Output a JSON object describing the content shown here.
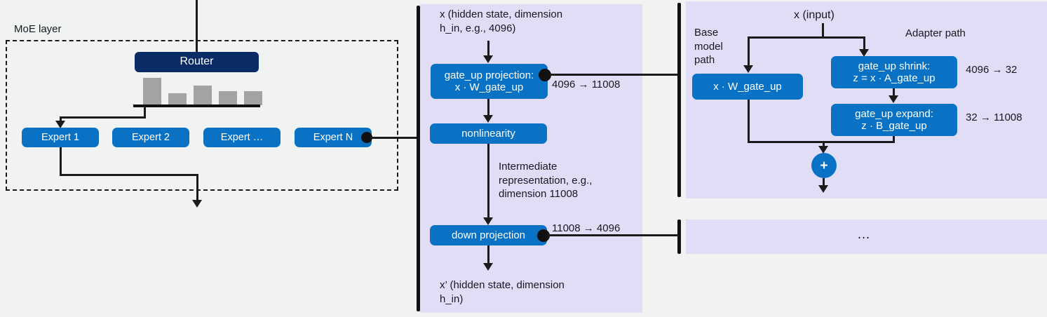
{
  "diagram": {
    "title": "MoE layer with per-expert FFN and LoRA adapter decomposition",
    "colors": {
      "canvas": "#f1f3f3",
      "panel": "#e2ddf7",
      "box_blue": "#0972c5",
      "router_navy": "#0b2b66",
      "bar_gray": "#a3a3a3",
      "stroke": "#1b1b1b",
      "text": "#16191f"
    }
  },
  "moe": {
    "group_label": "MoE layer",
    "router_label": "Router",
    "router_weights": [
      1.0,
      0.42,
      0.72,
      0.52,
      0.46
    ],
    "experts": [
      {
        "label": "Expert 1"
      },
      {
        "label": "Expert 2"
      },
      {
        "label": "Expert …"
      },
      {
        "label": "Expert N"
      }
    ]
  },
  "ffn": {
    "input_text": "x  (hidden state, dimension\nh_in, e.g., 4096)",
    "gate_up_label": "gate_up projection:\nx · W_gate_up",
    "gate_up_dims": "4096 → 11008",
    "nonlinearity_label": "nonlinearity",
    "intermediate_text": "Intermediate\nrepresentation, e.g.,\ndimension 11008",
    "down_label": "down projection",
    "down_dims": "11008 → 4096",
    "output_text": "x’  (hidden state, dimension\nh_in)"
  },
  "lora": {
    "input_label": "x  (input)",
    "base_path_label": "Base\nmodel\npath",
    "adapter_path_label": "Adapter path",
    "base_box_label": "x · W_gate_up",
    "shrink_label": "gate_up shrink:\nz = x · A_gate_up",
    "shrink_dims": "4096 → 32",
    "expand_label": "gate_up expand:\nz · B_gate_up",
    "expand_dims": "32 → 11008",
    "sum_symbol": "+"
  },
  "more_panel": {
    "ellipsis": "…"
  }
}
